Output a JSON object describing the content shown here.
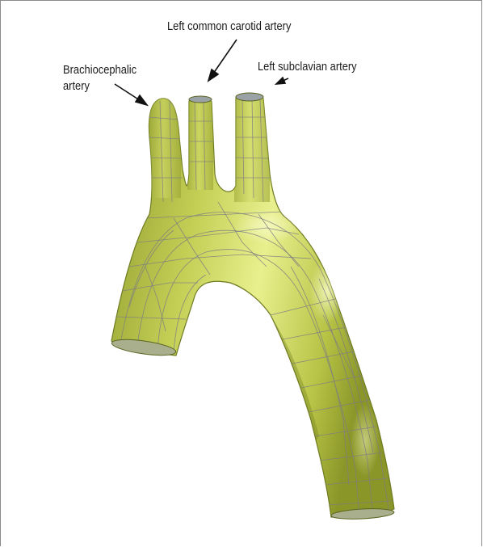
{
  "labels": {
    "left_common_carotid": "Left common carotid artery",
    "left_subclavian": "Left subclavian artery",
    "brachiocephalic_line1": "Brachiocephalic",
    "brachiocephalic_line2": "artery"
  },
  "colors": {
    "surface_light": "#e6ef8a",
    "surface_mid": "#b9c74a",
    "surface_dark": "#7f8c24",
    "mesh_line": "#7d7d82",
    "arrow": "#111111",
    "frame": "#8a8a8a"
  }
}
